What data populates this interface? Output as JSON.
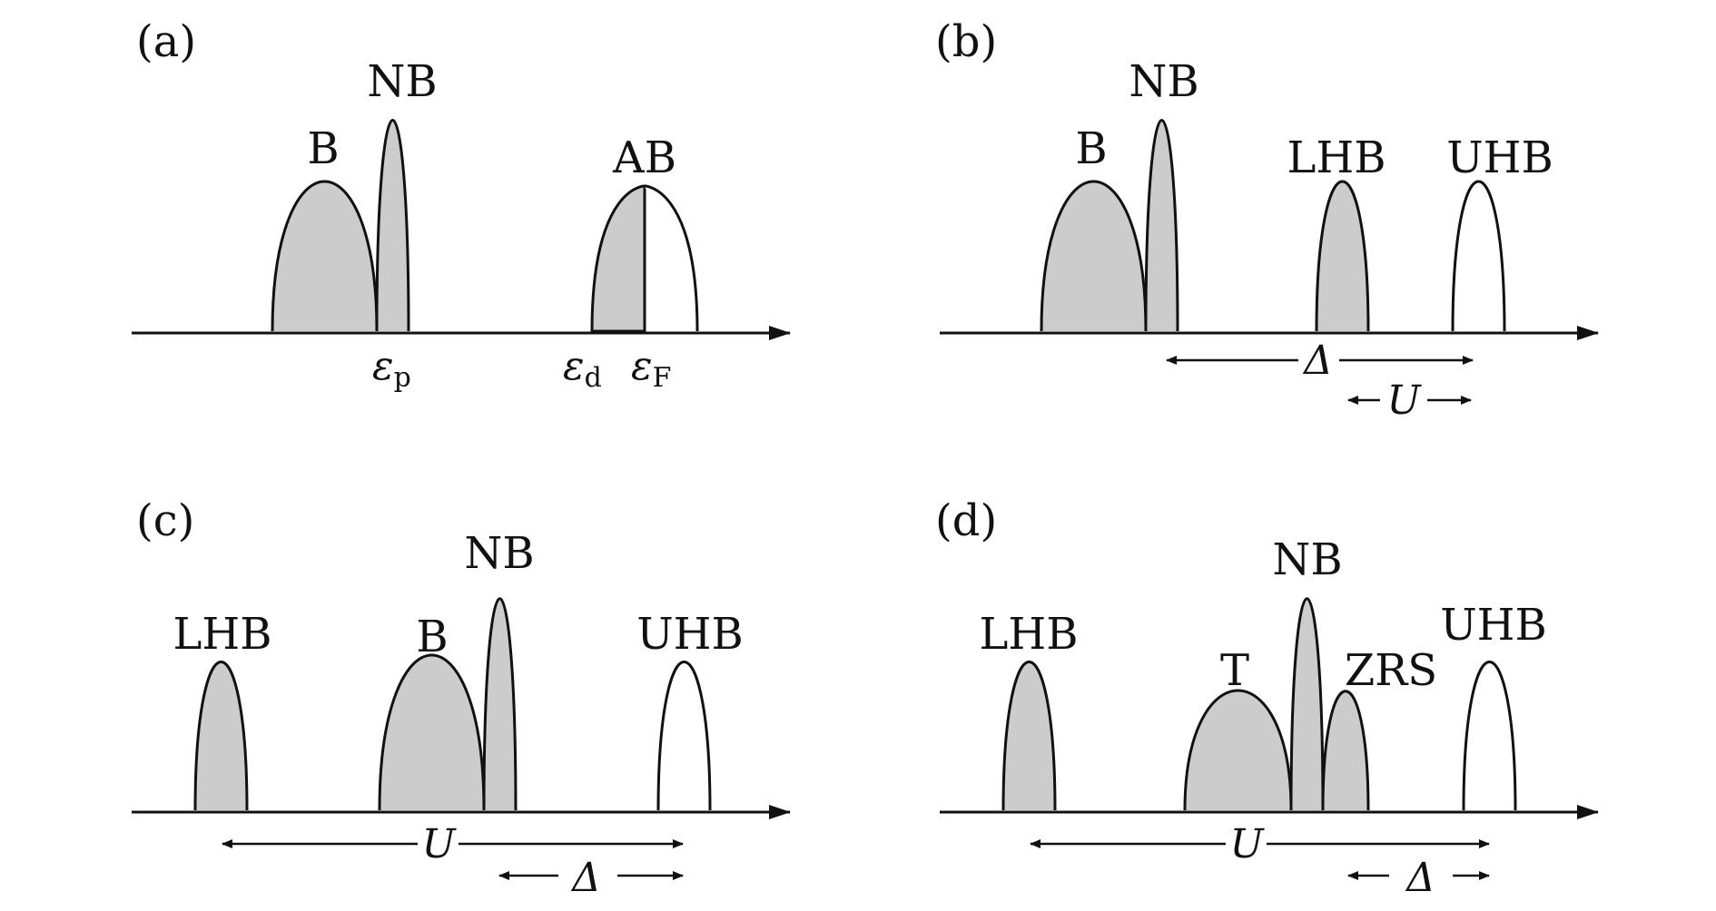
{
  "panels": {
    "a": {
      "tag": "(a)",
      "bands": {
        "B": "B",
        "NB": "NB",
        "AB": "AB"
      },
      "energies": {
        "ep_sym": "ε",
        "ep_sub": "p",
        "ed_sym": "ε",
        "ed_sub": "d",
        "eF_sym": "ε",
        "eF_sub": "F"
      }
    },
    "b": {
      "tag": "(b)",
      "bands": {
        "B": "B",
        "NB": "NB",
        "LHB": "LHB",
        "UHB": "UHB"
      },
      "gaps": {
        "delta": "Δ",
        "U": "U"
      }
    },
    "c": {
      "tag": "(c)",
      "bands": {
        "LHB": "LHB",
        "B": "B",
        "NB": "NB",
        "UHB": "UHB"
      },
      "gaps": {
        "U": "U",
        "delta": "Δ"
      }
    },
    "d": {
      "tag": "(d)",
      "bands": {
        "LHB": "LHB",
        "T": "T",
        "NB": "NB",
        "ZRS": "ZRS",
        "UHB": "UHB"
      },
      "gaps": {
        "U": "U",
        "delta": "Δ"
      }
    }
  },
  "colors": {
    "filled": "#cccccc",
    "empty": "#ffffff",
    "stroke": "#111111"
  }
}
